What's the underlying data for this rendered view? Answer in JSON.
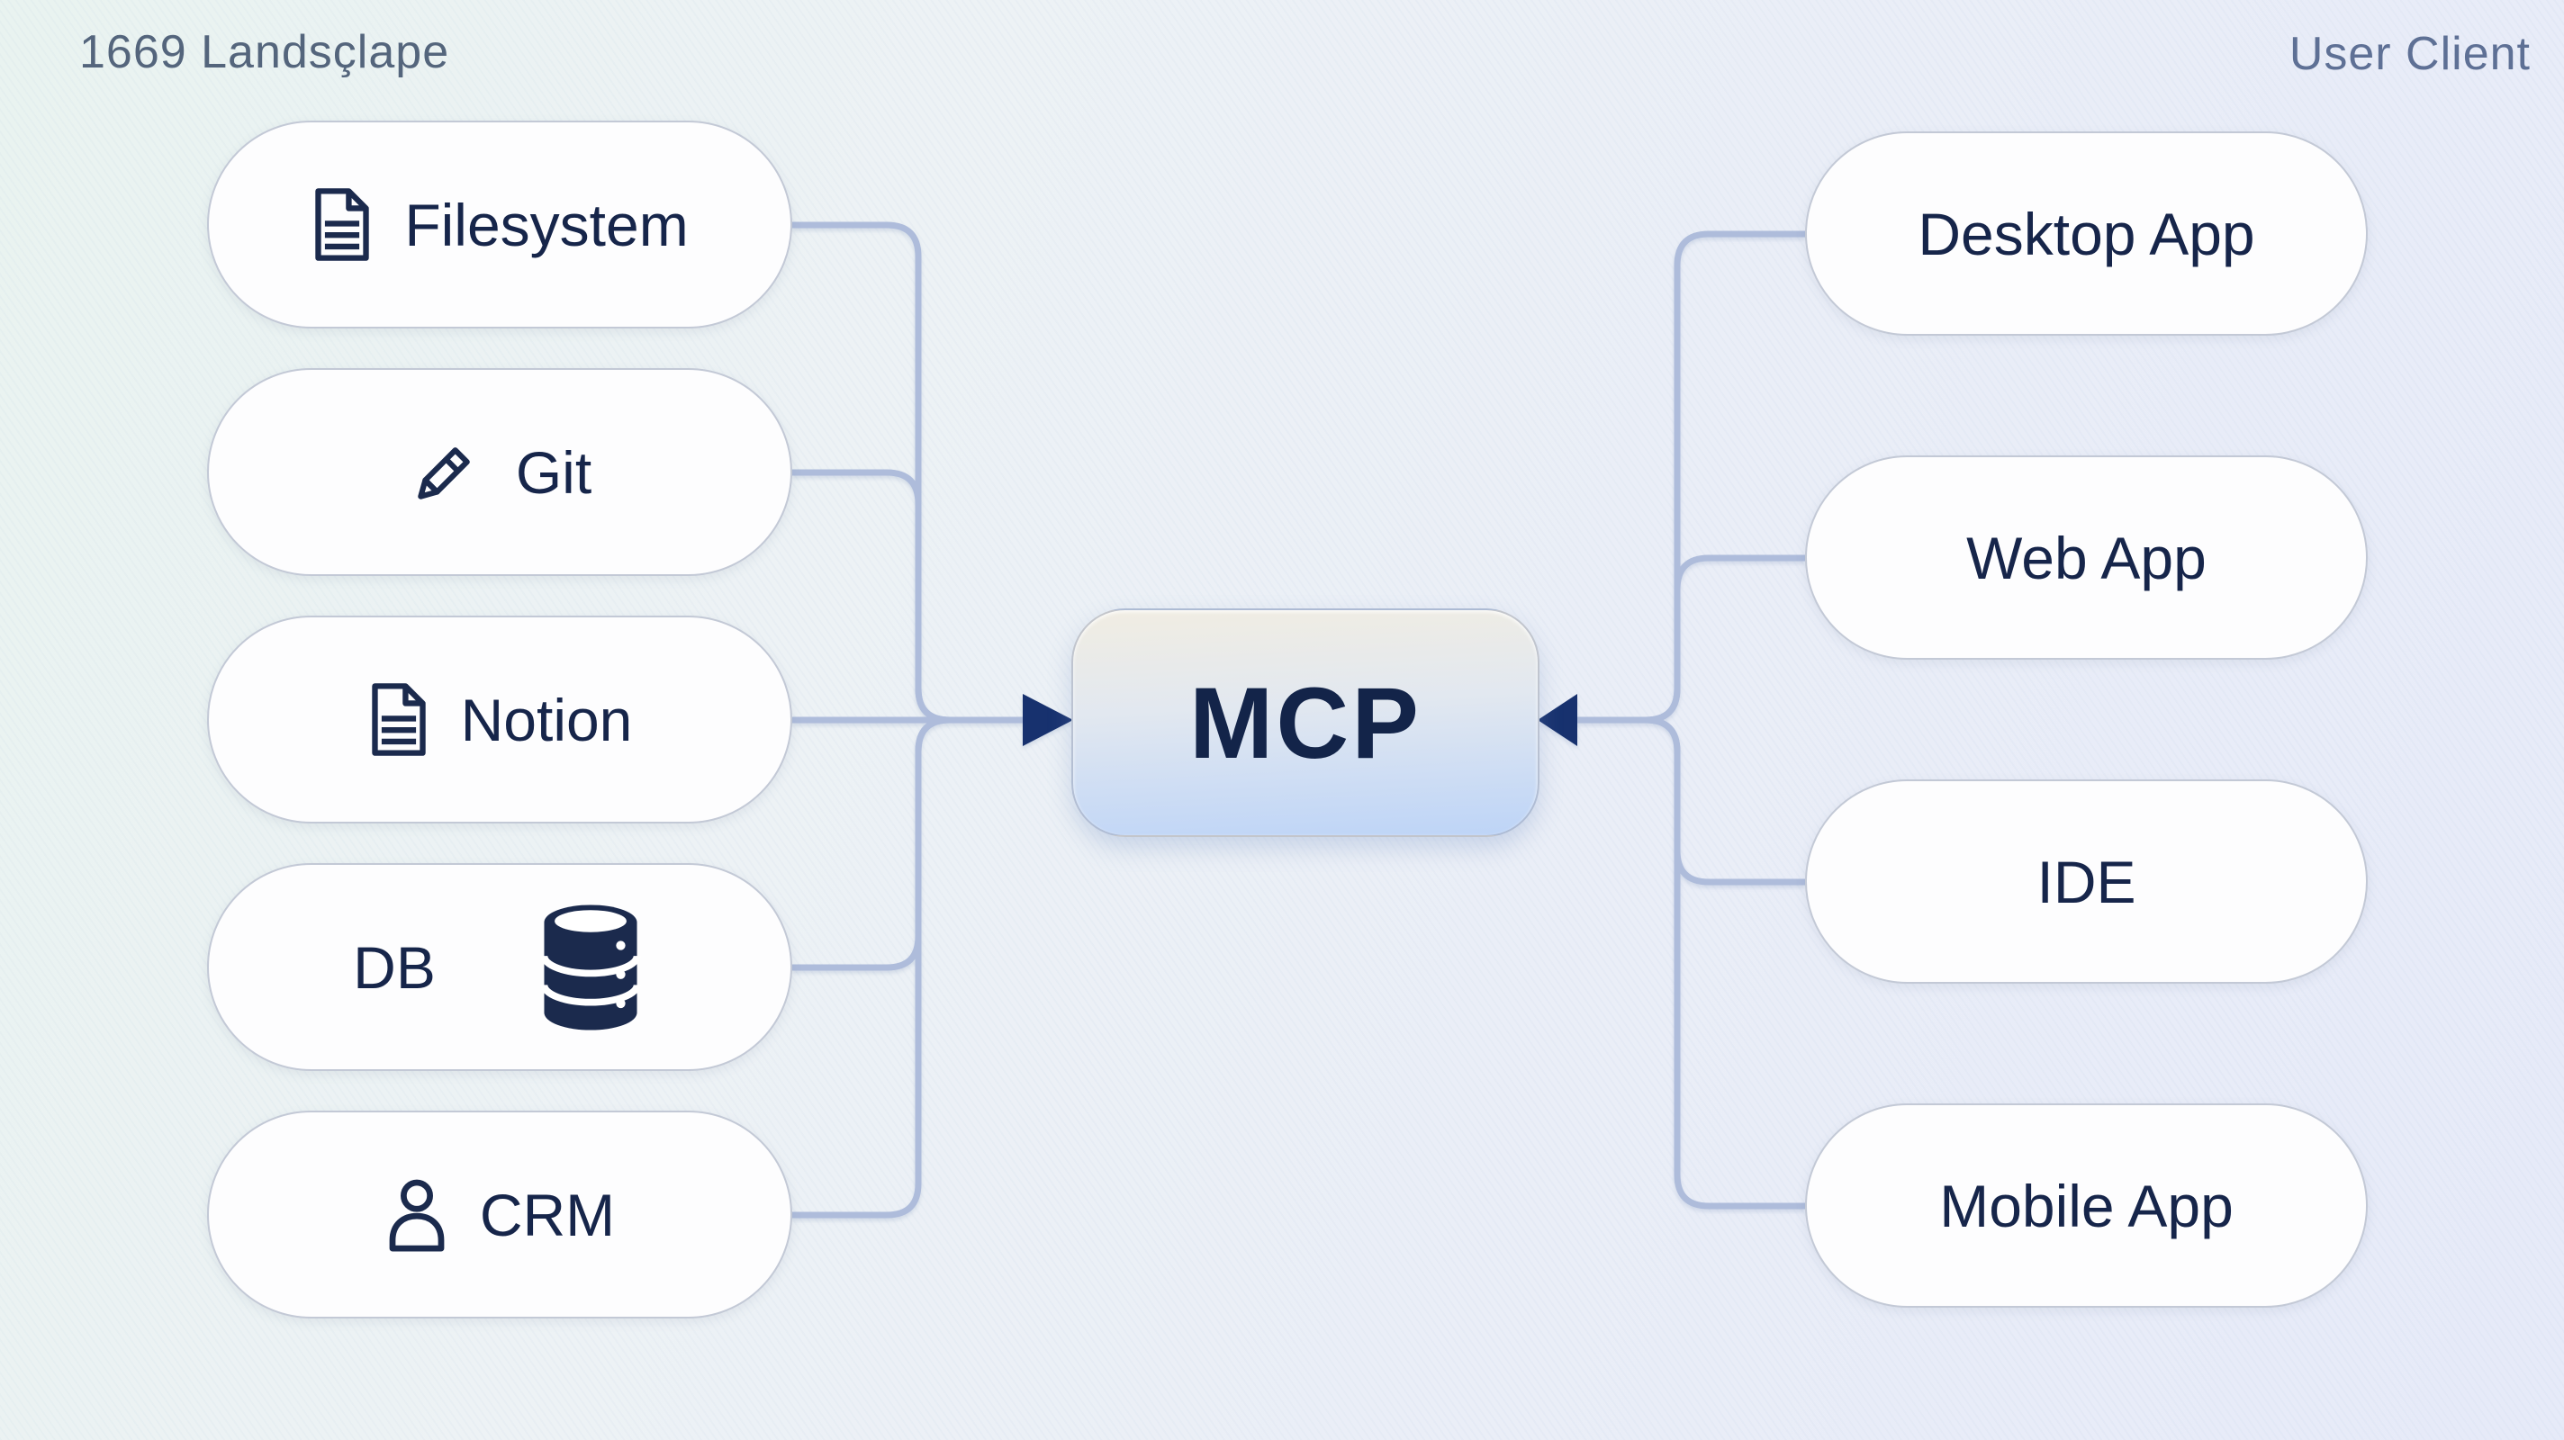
{
  "page": {
    "title": "1669 Landsçlape",
    "corner_label": "User Client"
  },
  "diagram": {
    "center_node": {
      "label": "MCP"
    },
    "server_nodes": [
      {
        "label": "Filesystem",
        "icon": "document-icon"
      },
      {
        "label": "Git",
        "icon": "pencil-icon"
      },
      {
        "label": "Notion",
        "icon": "document-icon"
      },
      {
        "label": "DB",
        "icon": "database-icon",
        "icon_side": "right"
      },
      {
        "label": "CRM",
        "icon": "person-icon"
      }
    ],
    "client_nodes": [
      {
        "label": "Desktop App"
      },
      {
        "label": "Web App"
      },
      {
        "label": "IDE"
      },
      {
        "label": "Mobile App"
      }
    ],
    "edges": [
      {
        "from": "Filesystem",
        "to": "MCP",
        "arrow": "into-center"
      },
      {
        "from": "Git",
        "to": "MCP",
        "arrow": "into-center"
      },
      {
        "from": "Notion",
        "to": "MCP",
        "arrow": "into-center"
      },
      {
        "from": "DB",
        "to": "MCP",
        "arrow": "into-center"
      },
      {
        "from": "CRM",
        "to": "MCP",
        "arrow": "into-center"
      },
      {
        "from": "Desktop App",
        "to": "MCP",
        "arrow": "into-center"
      },
      {
        "from": "Web App",
        "to": "MCP",
        "arrow": "into-center"
      },
      {
        "from": "IDE",
        "to": "MCP",
        "arrow": "into-center"
      },
      {
        "from": "Mobile App",
        "to": "MCP",
        "arrow": "into-center"
      }
    ],
    "colors": {
      "background_left": "#eaf3f1",
      "background_right": "#e7eaf8",
      "node_fill": "#fdfdfe",
      "node_border": "#c3c9d6",
      "node_text": "#16254a",
      "connector": "#aebcdb",
      "arrow": "#17316e",
      "mcp_gradient_top": "#f1ede2",
      "mcp_gradient_bottom": "#bdd4f7",
      "mcp_text": "#132449",
      "title_text": "#54657c",
      "corner_text": "#5e7095"
    }
  }
}
